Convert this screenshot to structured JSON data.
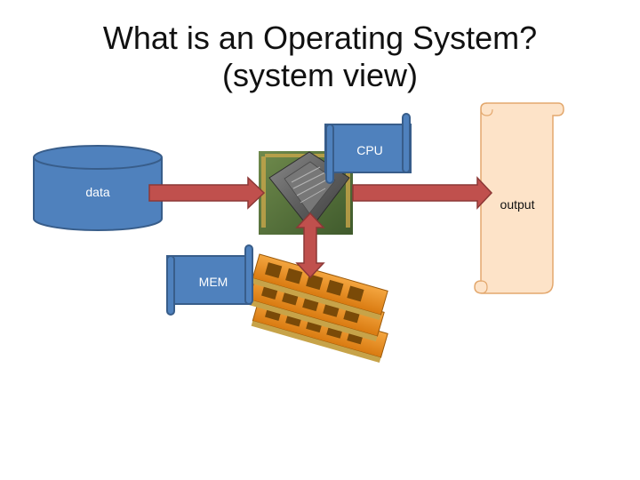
{
  "title": {
    "line1": "What is an Operating System?",
    "line2": "(system view)"
  },
  "nodes": {
    "data": "data",
    "cpu": "CPU",
    "mem": "MEM",
    "output": "output"
  },
  "images": {
    "cpu": "processor-chip-photo",
    "memory": "ram-modules-photo"
  },
  "colors": {
    "cylinder_fill": "#4f81bd",
    "cylinder_stroke": "#385d8a",
    "scroll_fill": "#4f81bd",
    "arrow_fill": "#c0504d",
    "arrow_stroke": "#8c3836",
    "paper_fill": "#fde3c8",
    "paper_stroke": "#e3a86e"
  }
}
